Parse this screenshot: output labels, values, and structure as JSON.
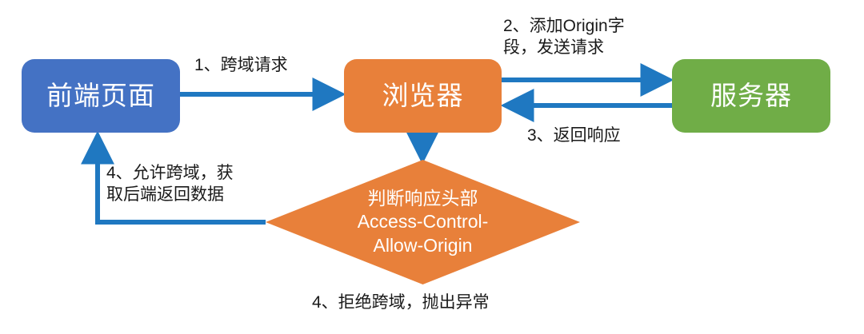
{
  "diagram": {
    "title": "CORS cross-origin request flow",
    "colors": {
      "blue_box": "#4472C4",
      "orange_box": "#E8803A",
      "green_box": "#70AD47",
      "arrow_blue": "#1F78C1",
      "text_dark": "#1a1a1a",
      "node_text": "#ffffff",
      "background": "#ffffff"
    },
    "nodes": {
      "frontend": "前端页面",
      "browser": "浏览器",
      "server": "服务器",
      "decision": {
        "line1": "判断响应头部",
        "line2": "Access-Control-",
        "line3": "Allow-Origin"
      }
    },
    "edge_labels": {
      "step1": "1、跨域请求",
      "step2": "2、添加Origin字\n段，发送请求",
      "step3": "3、返回响应",
      "step4_allow": "4、允许跨域，获\n取后端返回数据",
      "step4_reject": "4、拒绝跨域，抛出异常"
    }
  }
}
